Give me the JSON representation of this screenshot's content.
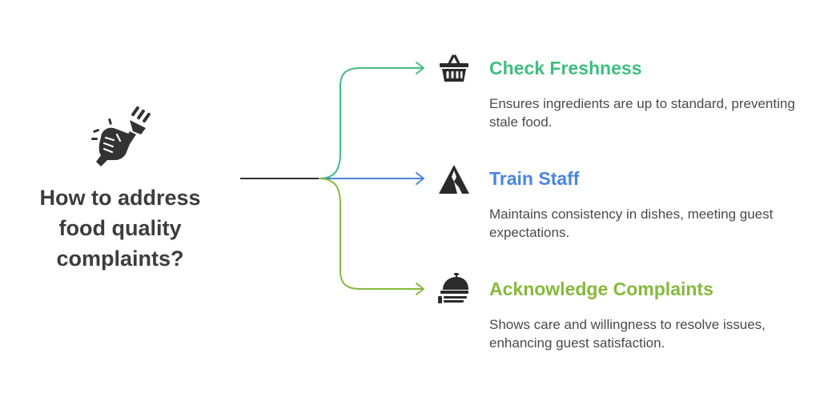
{
  "main": {
    "title": "How to address food quality complaints?",
    "icon": "fist-fork-icon"
  },
  "branches": [
    {
      "title": "Check Freshness",
      "description": "Ensures ingredients are up to standard, preventing stale food.",
      "icon": "basket-icon",
      "color": "#3dbf7f"
    },
    {
      "title": "Train Staff",
      "description": "Maintains consistency in dishes, meeting guest expectations.",
      "icon": "mountain-icon",
      "color": "#4a86e0"
    },
    {
      "title": "Acknowledge Complaints",
      "description": "Shows care and willingness to resolve issues, enhancing guest satisfaction.",
      "icon": "serving-cloche-icon",
      "color": "#86b93c"
    }
  ],
  "colors": {
    "text_dark": "#3d3d3d",
    "connector_trunk": "#333333"
  }
}
